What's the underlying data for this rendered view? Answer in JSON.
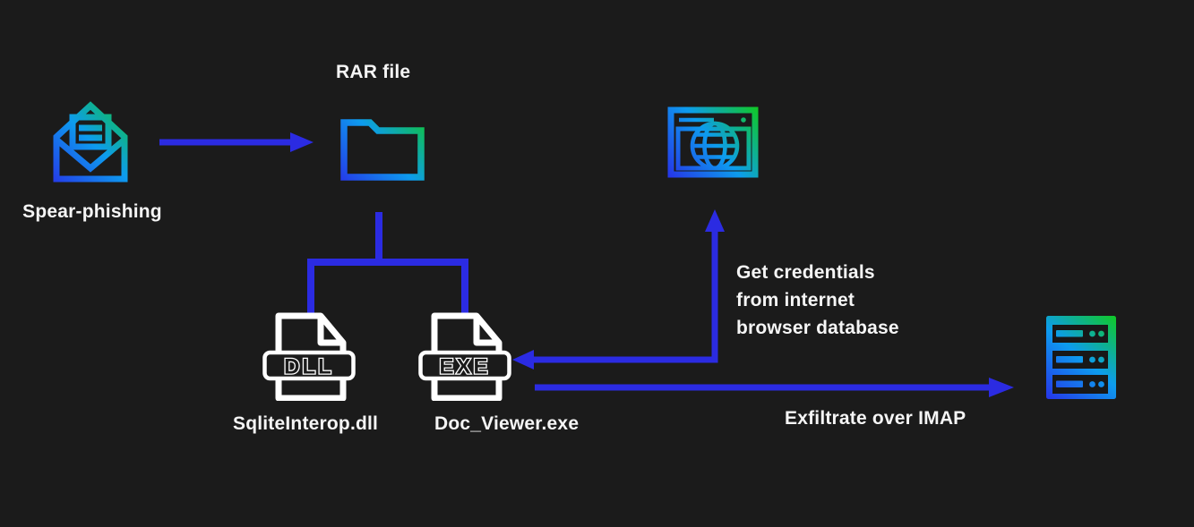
{
  "diagram": {
    "title_hint": "malware-attack-flow",
    "nodes": {
      "spear_phishing": {
        "label": "Spear-phishing",
        "icon": "open-email-icon"
      },
      "rar_file": {
        "label": "RAR file",
        "icon": "folder-icon"
      },
      "dll_file": {
        "label": "SqliteInterop.dll",
        "badge": "DLL",
        "icon": "dll-file-icon"
      },
      "exe_file": {
        "label": "Doc_Viewer.exe",
        "badge": "EXE",
        "icon": "exe-file-icon"
      },
      "browser": {
        "icon": "browser-globe-icon"
      },
      "server": {
        "icon": "server-icon"
      }
    },
    "annotations": {
      "get_credentials_line1": "Get credentials",
      "get_credentials_line2": "from internet",
      "get_credentials_line3": "browser database",
      "exfiltrate": "Exfiltrate over IMAP"
    },
    "colors": {
      "background": "#1b1b1b",
      "arrow_blue": "#2b2be2",
      "icon_gradient_blue": "#2730e8",
      "icon_gradient_cyan": "#0d9cee",
      "icon_gradient_green": "#10cb1c",
      "text": "#f5f5f5",
      "file_icon_white": "#ffffff"
    }
  }
}
